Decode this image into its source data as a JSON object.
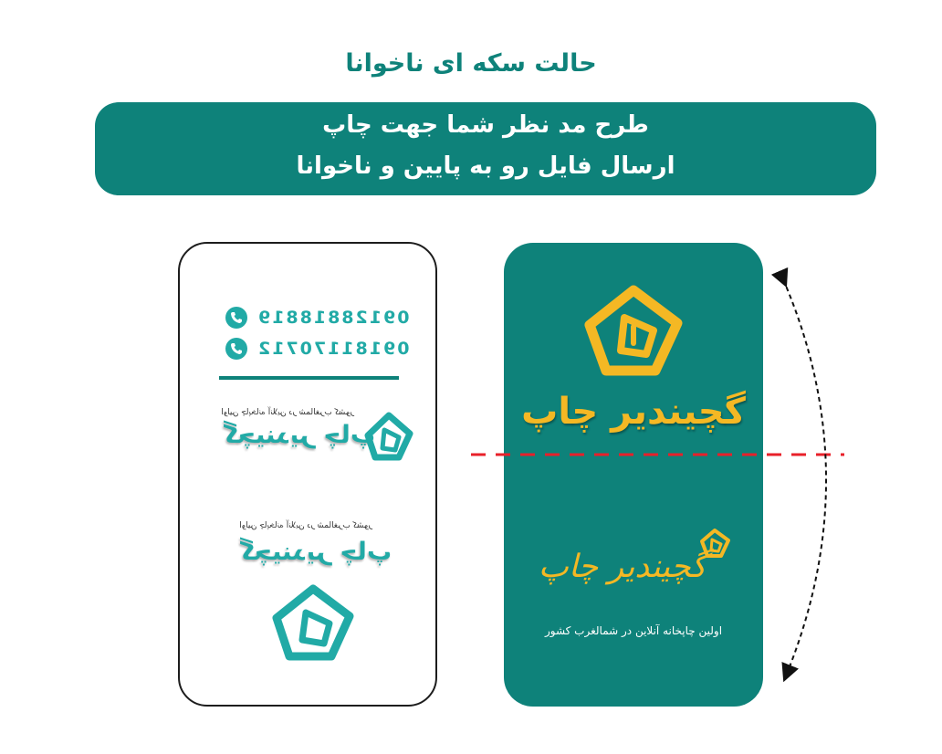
{
  "page": {
    "title": "حالت سکه ای ناخوانا",
    "instruction_line1": "طرح مد نظر شما جهت چاپ",
    "instruction_line2": "ارسال فایل رو به پایین و ناخوانا"
  },
  "back_card": {
    "phone_1": "09128818819",
    "phone_2": "09181170712",
    "mirrored_slogan": "اولین چاپخانه آنلاین در شمالغرب کشور",
    "mirrored_brand": "گچیندیر چاپ"
  },
  "front_card": {
    "brand": "گچیندیر چاپ",
    "brand_script": "گچیندیر چاپ",
    "tagline": "اولین چاپخانه آنلاین در شمالغرب کشور"
  },
  "icons": [
    "phone-icon",
    "logo-icon",
    "flip-arrow-icon"
  ],
  "colors": {
    "teal": "#0e827a",
    "light_teal": "#21aaa6",
    "gold": "#f4b824",
    "fold_line": "#e8202a"
  }
}
